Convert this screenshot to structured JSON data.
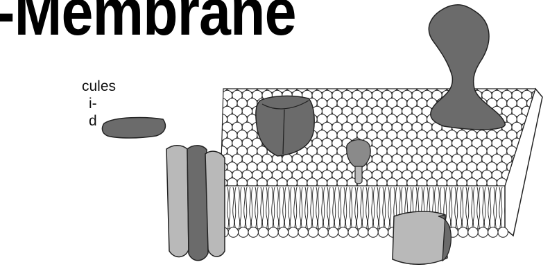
{
  "title": "-Membrane",
  "side_text": [
    "cules",
    "i-",
    "d"
  ],
  "colors": {
    "head_fill": "#ffffff",
    "line": "#222222",
    "protein_dark": "#6b6b6b",
    "protein_mid": "#8a8a8a",
    "protein_light": "#b9b9b9"
  },
  "components": [
    {
      "name": "phospholipid-bilayer-sheet",
      "kind": "lipid-bilayer"
    },
    {
      "name": "glycoprotein",
      "kind": "peripheral-protein"
    },
    {
      "name": "channel-protein",
      "kind": "transmembrane-protein"
    },
    {
      "name": "surface-protein",
      "kind": "integral-protein"
    },
    {
      "name": "peripheral-protein-left",
      "kind": "peripheral-protein"
    },
    {
      "name": "glycolipid",
      "kind": "lipid-anchored"
    },
    {
      "name": "lower-peripheral-protein",
      "kind": "peripheral-protein"
    }
  ]
}
